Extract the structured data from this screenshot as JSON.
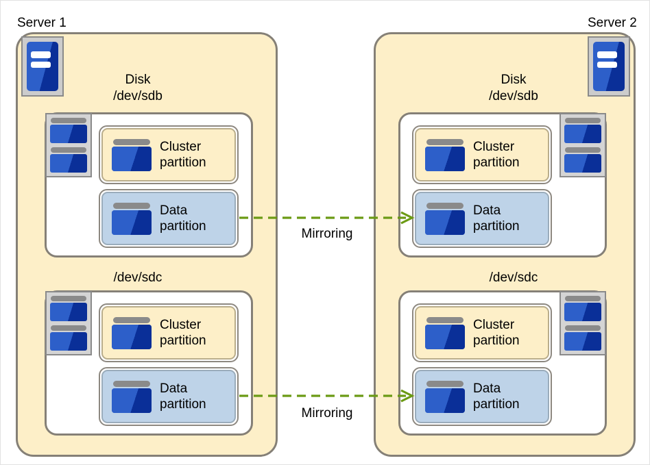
{
  "diagram": {
    "title_left": "Server 1",
    "title_right": "Server 2",
    "accent_cream": "#fdefc8",
    "accent_data_blue": "#bed3e8",
    "accent_border": "#858077",
    "accent_arrow_green": "#6b9a14"
  },
  "servers": [
    {
      "name": "Server 1",
      "side": "left",
      "disks": [
        {
          "label_line1": "Disk",
          "label_line2": "/dev/sdb",
          "partitions": [
            {
              "name": "Cluster partition",
              "line1": "Cluster",
              "line2": "partition",
              "kind": "cluster"
            },
            {
              "name": "Data partition",
              "line1": "Data",
              "line2": "partition",
              "kind": "data"
            }
          ]
        },
        {
          "label_line1": "",
          "label_line2": "/dev/sdc",
          "partitions": [
            {
              "name": "Cluster partition",
              "line1": "Cluster",
              "line2": "partition",
              "kind": "cluster"
            },
            {
              "name": "Data partition",
              "line1": "Data",
              "line2": "partition",
              "kind": "data"
            }
          ]
        }
      ]
    },
    {
      "name": "Server 2",
      "side": "right",
      "disks": [
        {
          "label_line1": "Disk",
          "label_line2": "/dev/sdb",
          "partitions": [
            {
              "name": "Cluster partition",
              "line1": "Cluster",
              "line2": "partition",
              "kind": "cluster"
            },
            {
              "name": "Data partition",
              "line1": "Data",
              "line2": "partition",
              "kind": "data"
            }
          ]
        },
        {
          "label_line1": "",
          "label_line2": "/dev/sdc",
          "partitions": [
            {
              "name": "Cluster partition",
              "line1": "Cluster",
              "line2": "partition",
              "kind": "cluster"
            },
            {
              "name": "Data partition",
              "line1": "Data",
              "line2": "partition",
              "kind": "data"
            }
          ]
        }
      ]
    }
  ],
  "links": [
    {
      "label": "Mirroring",
      "from": "Server 1 /dev/sdb Data partition",
      "to": "Server 2 /dev/sdb Data partition"
    },
    {
      "label": "Mirroring",
      "from": "Server 1 /dev/sdc Data partition",
      "to": "Server 2 /dev/sdc Data partition"
    }
  ],
  "icons": {
    "server": "server-machine-icon",
    "disk_stack": "disk-stack-icon",
    "partition": "partition-glyph-icon",
    "arrow": "arrow-right-icon"
  }
}
